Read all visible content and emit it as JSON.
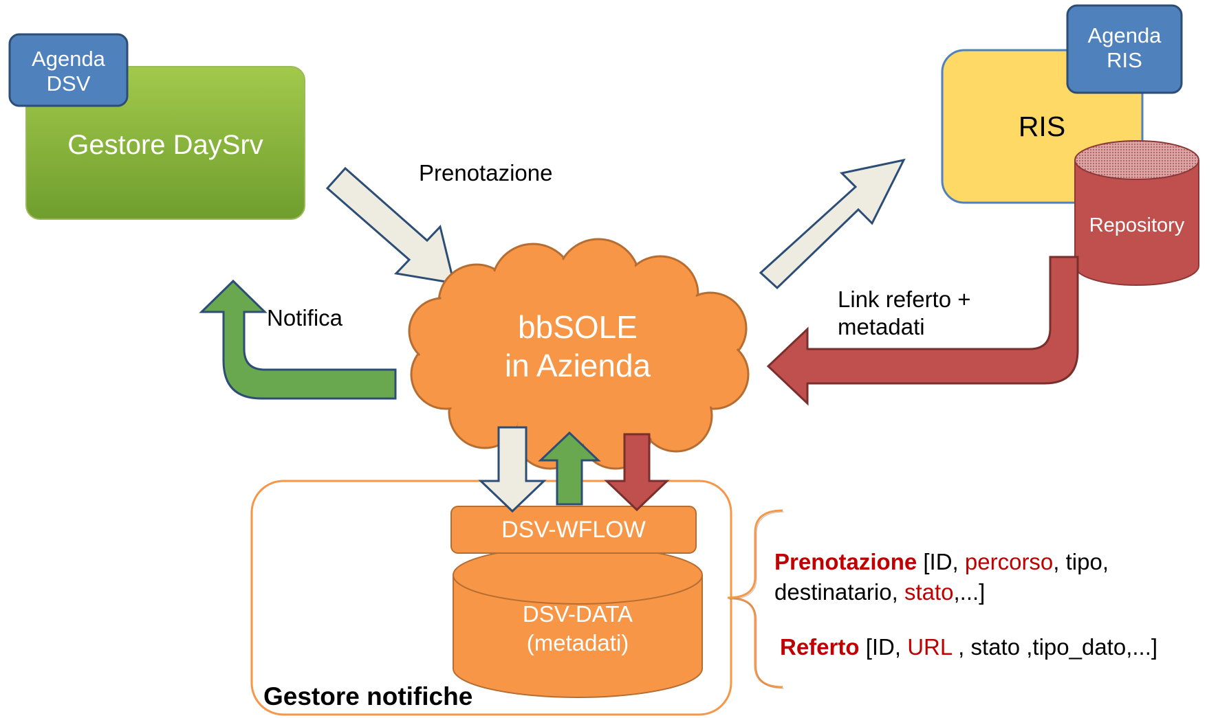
{
  "nodes": {
    "gestore_daysrv": "Gestore DaySrv",
    "agenda_dsv": [
      "Agenda",
      "DSV"
    ],
    "ris": "RIS",
    "agenda_ris": [
      "Agenda",
      "RIS"
    ],
    "repository": "Repository",
    "cloud": [
      "bbSOLE",
      "in Azienda"
    ],
    "dsv_wflow": "DSV-WFLOW",
    "dsv_data": [
      "DSV-DATA",
      "(metadati)"
    ],
    "gestore_notifiche": "Gestore notifiche"
  },
  "edges": {
    "prenotazione": "Prenotazione",
    "notifica": "Notifica",
    "link_referto": [
      "Link referto +",
      "metadati"
    ]
  },
  "legend": {
    "prenotazione": {
      "title": "Prenotazione",
      "p1": " [ID, ",
      "percorso": "percorso",
      "p2": ", tipo,",
      "p3": "destinatario, ",
      "stato": "stato",
      "p4": ",...]"
    },
    "referto": {
      "title": "Referto",
      "p1": " [ID, ",
      "url": "URL",
      "p2": " , stato ,tipo_dato,...]"
    }
  },
  "colors": {
    "green_box": "#8db83c",
    "blue_tab": "#4f81bd",
    "yellow_box": "#ffd966",
    "red_cyl": "#c0504d",
    "orange": "#f79646",
    "arrow_light": "#eeece1",
    "arrow_green": "#6aa84f"
  }
}
